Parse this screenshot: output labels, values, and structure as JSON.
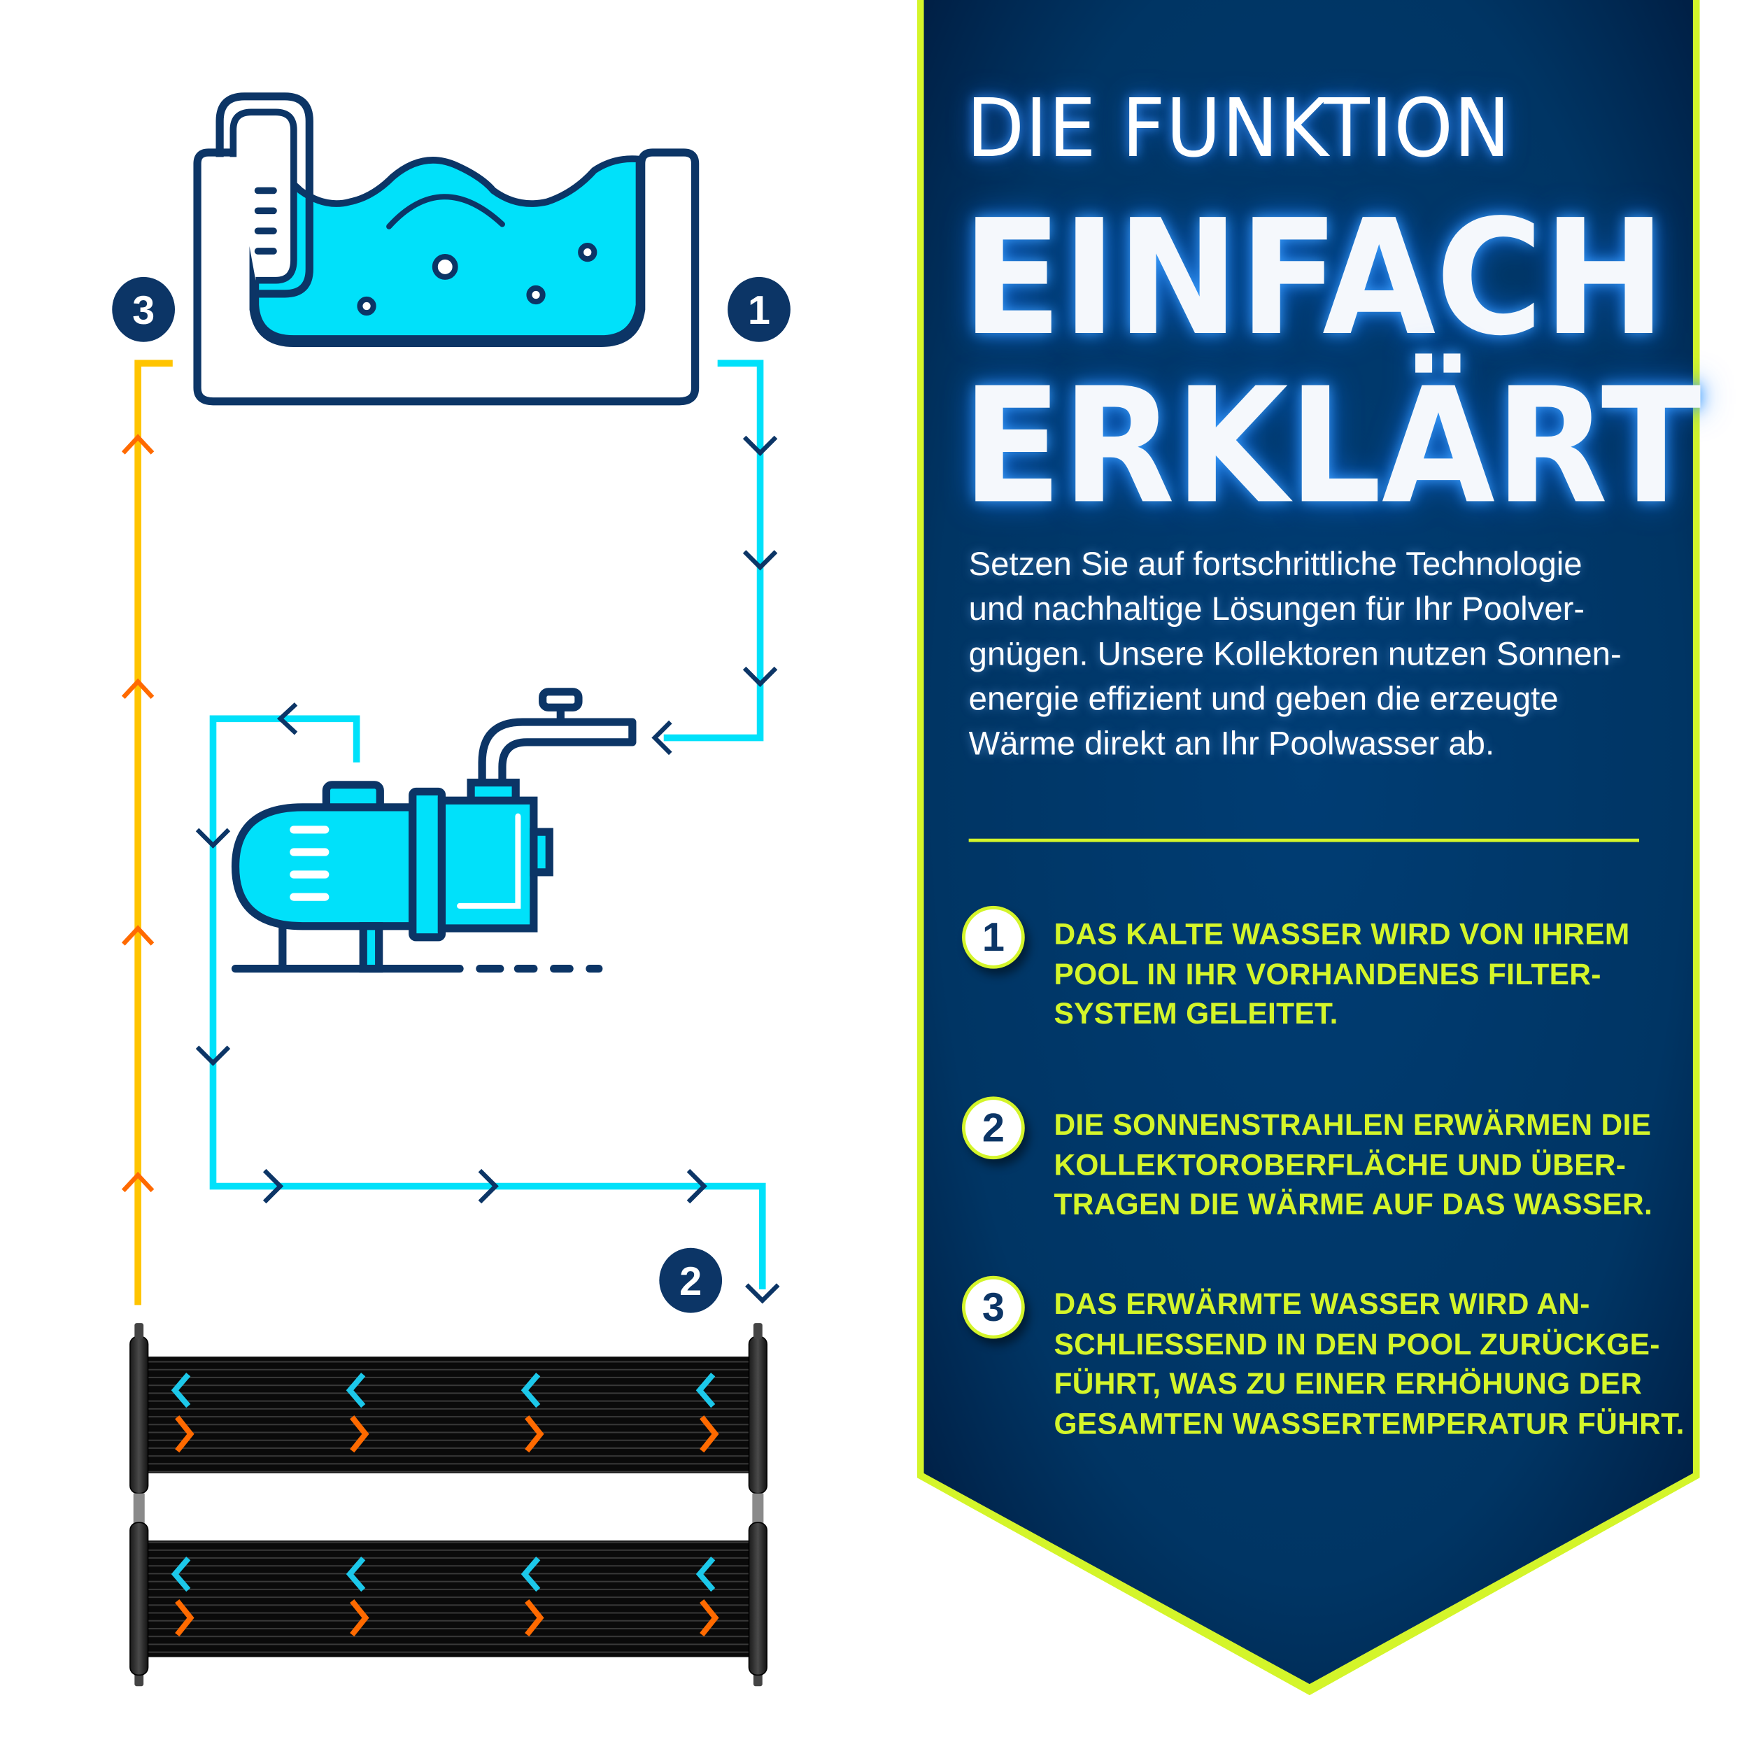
{
  "banner": {
    "title_small": "DIE FUNKTION",
    "title_big_line1": "EINFACH",
    "title_big_line2": "ERKLÄRT",
    "intro_lines": [
      "Setzen Sie auf fortschrittliche Technologie",
      "und nachhaltige Lösungen für Ihr Poolver-",
      "gnügen. Unsere Kollektoren nutzen Sonnen-",
      "energie effizient und geben die erzeugte",
      "Wärme direkt an Ihr Poolwasser ab."
    ],
    "steps": [
      {
        "number": "1",
        "lines": [
          "DAS KALTE WASSER WIRD VON IHREM",
          "POOL IN IHR VORHANDENES FILTER-",
          "SYSTEM GELEITET."
        ]
      },
      {
        "number": "2",
        "lines": [
          "DIE SONNENSTRAHLEN ERWÄRMEN DIE",
          "KOLLEKTOROBERFLÄCHE UND ÜBER-",
          "TRAGEN DIE WÄRME AUF DAS WASSER."
        ]
      },
      {
        "number": "3",
        "lines": [
          "DAS ERWÄRMTE WASSER WIRD AN-",
          "SCHLIESSEND IN DEN POOL ZURÜCKGE-",
          "FÜHRT, WAS ZU EINER ERHÖHUNG DER",
          "GESAMTEN WASSERTEMPERATUR FÜHRT."
        ]
      }
    ]
  },
  "diagram": {
    "badges": {
      "pool_outlet": "1",
      "collector_inlet": "2",
      "pool_return": "3"
    },
    "components": [
      "pool-icon",
      "pump-icon",
      "solar-collector-icon"
    ]
  },
  "colors": {
    "navy": "#0c3566",
    "banner_dark": "#001f44",
    "banner_mid": "#003b6f",
    "lime": "#d4f52a",
    "cold_cyan": "#00e1fa",
    "warm_yellow": "#ffc400",
    "warm_orange": "#ff6a00",
    "collector_black": "#111111"
  }
}
